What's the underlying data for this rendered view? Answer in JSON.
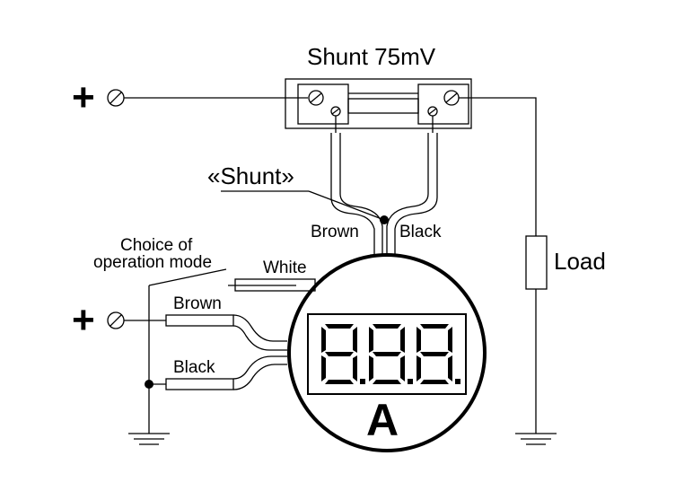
{
  "labels": {
    "shunt_title": "Shunt 75mV",
    "shunt_wire_label": "«Shunt»",
    "wire_brown_top": "Brown",
    "wire_black_top": "Black",
    "switch_label_line1": "Choice of",
    "switch_label_line2": "operation mode",
    "wire_white": "White",
    "wire_brown": "Brown",
    "wire_black": "Black",
    "load": "Load",
    "meter_unit": "A",
    "plus_top": "+",
    "plus_bottom": "+"
  },
  "display": {
    "digits": "8.8.8."
  }
}
